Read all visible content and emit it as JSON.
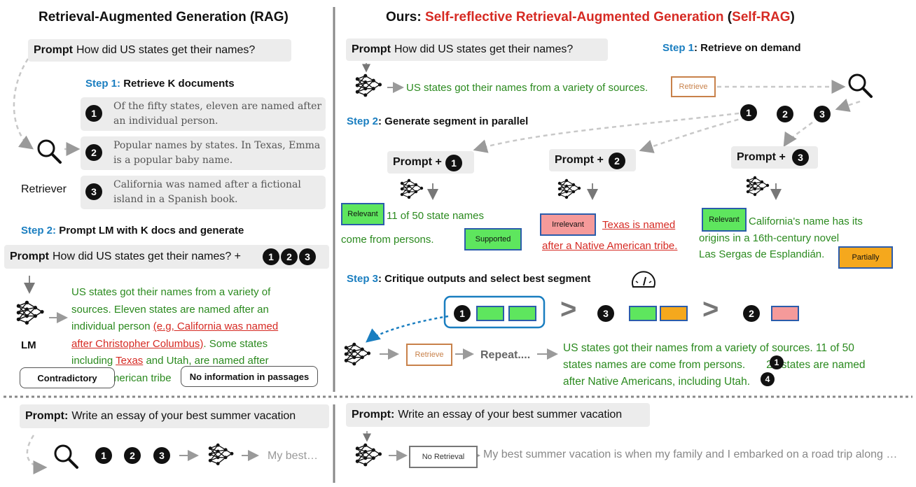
{
  "left": {
    "title": "Retrieval-Augmented Generation (RAG)",
    "prompt_label": "Prompt",
    "prompt_text": "How did US states get their names?",
    "step1_num": "Step 1:",
    "step1_text": "Retrieve K documents",
    "docs": [
      {
        "num": "1",
        "text": "Of the fifty states, eleven are named after an individual person."
      },
      {
        "num": "2",
        "text": "Popular names by states. In Texas, Emma is a popular baby name."
      },
      {
        "num": "3",
        "text": "California was named after a fictional island in a Spanish book."
      }
    ],
    "retriever_label": "Retriever",
    "step2_num": "Step 2:",
    "step2_text": "Prompt LM with K docs and generate",
    "prompt2_label": "Prompt",
    "prompt2_text": "How did US states get their names? +",
    "circles": [
      "1",
      "2",
      "3"
    ],
    "lm_label": "LM",
    "output_l1": "US states got their names from a variety of",
    "output_l2": "sources. Eleven states are named after an",
    "output_l3a": "individual person ",
    "output_l3b": "(e.g, California was named",
    "output_l4a": "after Christopher Columbus)",
    "output_l4b": ". Some states",
    "output_l5a": "including ",
    "output_l5b": "Texas",
    "output_l5c": " and Utah, are named after",
    "output_l6": "Native American tribe",
    "callout_contradictory": "Contradictory",
    "callout_noinfo": "No information in passages"
  },
  "right": {
    "title_ours": "Ours: ",
    "title_selfrag": "Self-reflective Retrieval-Augmented Generation",
    "title_paren_open": " (",
    "title_abbrev": "Self-RAG",
    "title_paren_close": ")",
    "prompt_label": "Prompt",
    "prompt_text": "How did US states get their names?",
    "step1_num": "Step 1",
    "step1_text": ": Retrieve on demand",
    "gen_text": "US states got their names from a variety of sources.",
    "retrieve_tag": "Retrieve",
    "step2_num": "Step 2",
    "step2_text": ": Generate segment in parallel",
    "circles": [
      "1",
      "2",
      "3"
    ],
    "parallel": [
      {
        "prompt": "Prompt +",
        "num": "1"
      },
      {
        "prompt": "Prompt +",
        "num": "2"
      },
      {
        "prompt": "Prompt +",
        "num": "3"
      }
    ],
    "seg1_tag": "Relevant",
    "seg1_l1": "11 of 50 state names",
    "seg1_l2": "come from persons.",
    "seg1_support": "Supported",
    "seg2_tag": "Irrelevant",
    "seg2_l1": "Texas is named",
    "seg2_l2": "after a Native American tribe.",
    "seg3_tag": "Relevant",
    "seg3_l1": "California's name has its",
    "seg3_l2": "origins in a 16th-century novel",
    "seg3_l3": "Las Sergas de Esplandián.",
    "seg3_support": "Partially",
    "step3_num": "Step 3",
    "step3_text": ": Critique outputs and select best segment",
    "rank_nums": [
      "1",
      "3",
      "2"
    ],
    "gt": ">",
    "retrieve_tag2": "Retrieve",
    "repeat_text": "Repeat....",
    "final_l1": "US states got their names from a variety of sources. 11 of 50",
    "final_l2a": "states names are come from persons.",
    "final_l2b": "26 states are named",
    "final_l3": "after Native Americans, including Utah.",
    "final_cite1": "1",
    "final_cite2": "4"
  },
  "bottom_left": {
    "prompt_label": "Prompt:",
    "prompt_text": "Write an essay of your best summer vacation",
    "circles": [
      "1",
      "2",
      "3"
    ],
    "output": "My best…"
  },
  "bottom_right": {
    "prompt_label": "Prompt:",
    "prompt_text": "Write an essay of your best summer vacation",
    "no_retrieval_tag": "No Retrieval",
    "output": "My best summer vacation is when my family and I embarked on a road trip along …"
  },
  "colors": {
    "accent_blue": "#1a7ec0",
    "red": "#d62a23",
    "green_text": "#2b8a1f",
    "relevant_green": "#5ee65e",
    "irrelevant_pink": "#f59a9a",
    "partial_orange": "#f5a81d",
    "retrieve_brown": "#c8814a"
  }
}
